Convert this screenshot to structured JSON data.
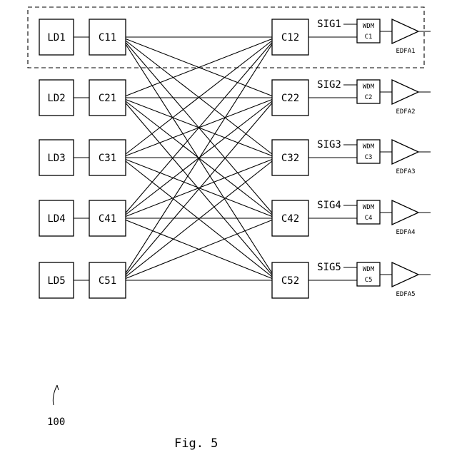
{
  "rows": [
    {
      "ld": "LD1",
      "c_in": "C11",
      "c_out": "C12",
      "sig": "SIG1",
      "wdm_top": "WDM",
      "wdm_bottom": "C1",
      "edfa": "EDFA1"
    },
    {
      "ld": "LD2",
      "c_in": "C21",
      "c_out": "C22",
      "sig": "SIG2",
      "wdm_top": "WDM",
      "wdm_bottom": "C2",
      "edfa": "EDFA2"
    },
    {
      "ld": "LD3",
      "c_in": "C31",
      "c_out": "C32",
      "sig": "SIG3",
      "wdm_top": "WDM",
      "wdm_bottom": "C3",
      "edfa": "EDFA3"
    },
    {
      "ld": "LD4",
      "c_in": "C41",
      "c_out": "C42",
      "sig": "SIG4",
      "wdm_top": "WDM",
      "wdm_bottom": "C4",
      "edfa": "EDFA4"
    },
    {
      "ld": "LD5",
      "c_in": "C51",
      "c_out": "C52",
      "sig": "SIG5",
      "wdm_top": "WDM",
      "wdm_bottom": "C5",
      "edfa": "EDFA5"
    }
  ],
  "reference_numeral": "100",
  "caption": "Fig. 5"
}
